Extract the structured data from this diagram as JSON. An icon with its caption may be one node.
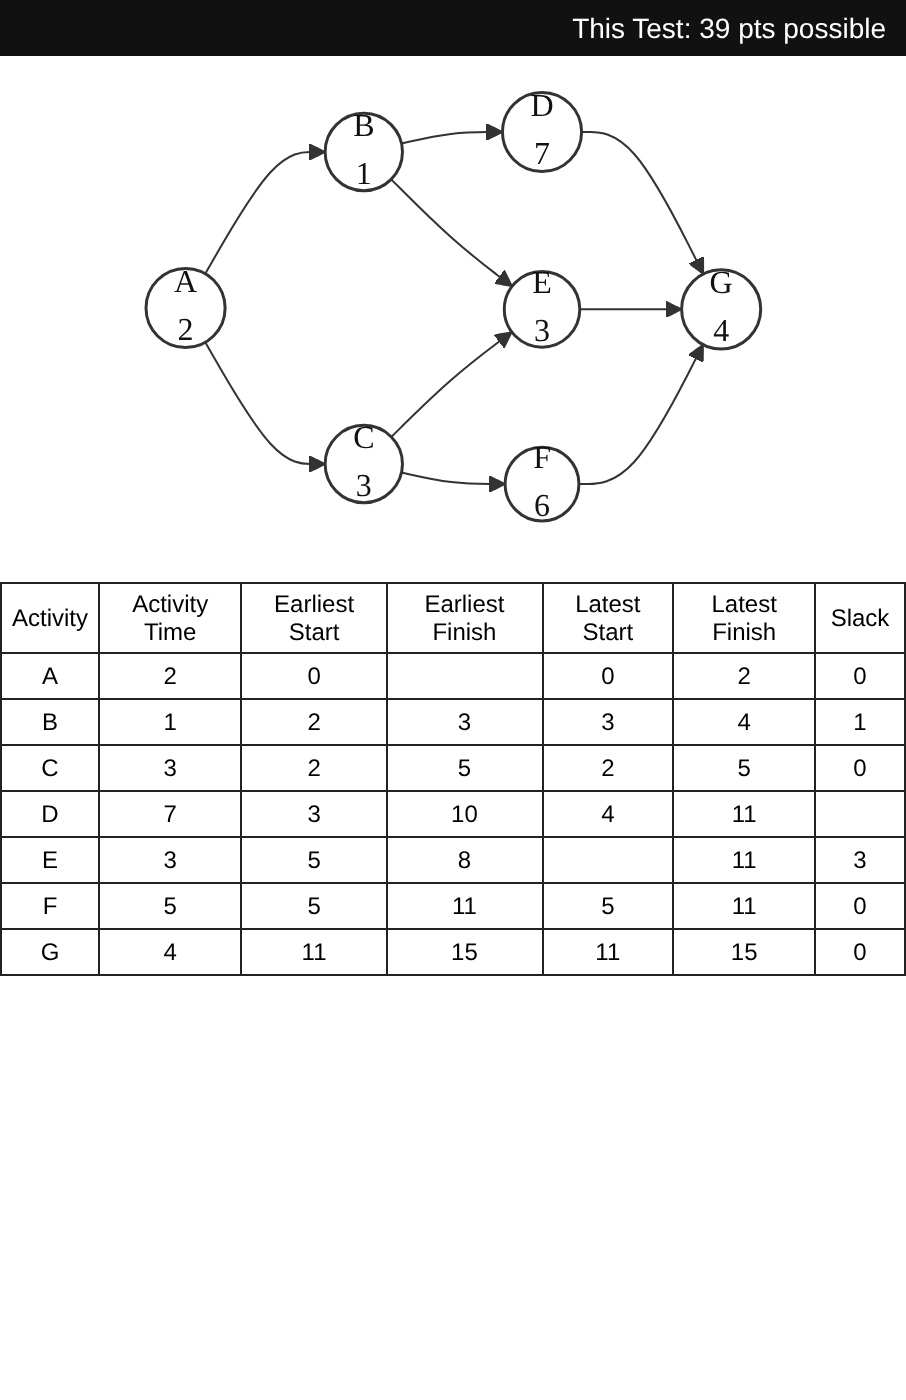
{
  "diagram": {
    "nodes": [
      {
        "text": [
          "A",
          "2"
        ]
      },
      {
        "text": [
          "B",
          "1"
        ]
      },
      {
        "text": [
          "C",
          "3"
        ]
      },
      {
        "text": [
          "D",
          "7"
        ]
      },
      {
        "text": [
          "E",
          "3"
        ]
      },
      {
        "text": [
          "F",
          "6"
        ]
      },
      {
        "text": [
          "G",
          "4"
        ]
      }
    ],
    "edges": [
      {
        "from": 0,
        "to": 1,
        "arrow": "to"
      },
      {
        "from": 0,
        "to": 2,
        "arrow": "to"
      },
      {
        "from": 1,
        "to": 3,
        "arrow": "to"
      },
      {
        "from": 1,
        "to": 4,
        "arrow": "to"
      },
      {
        "from": 2,
        "to": 4,
        "arrow": "to"
      },
      {
        "from": 2,
        "to": 5,
        "arrow": "to"
      },
      {
        "from": 3,
        "to": 6,
        "arrow": "to"
      },
      {
        "from": 4,
        "to": 6,
        "arrow": "to"
      },
      {
        "from": 5,
        "to": 6,
        "arrow": "to"
      }
    ],
    "labels": [
      "This Test: 39 pts possible",
      "Activity",
      "Activity Time",
      "Earliest Start",
      "Earliest Finish",
      "Latest Start",
      "Latest Finish",
      "Slack",
      "A",
      "2",
      "0",
      "0",
      "2",
      "0",
      "B",
      "1",
      "2",
      "3",
      "3",
      "4",
      "1",
      "C",
      "3",
      "2",
      "5",
      "2",
      "5",
      "0",
      "D",
      "7",
      "3",
      "10",
      "4",
      "11",
      "E",
      "3",
      "5",
      "8",
      "11",
      "3",
      "F",
      "5",
      "5",
      "11",
      "5",
      "11",
      "0",
      "G",
      "4",
      "11",
      "15",
      "11",
      "15",
      "0"
    ]
  }
}
